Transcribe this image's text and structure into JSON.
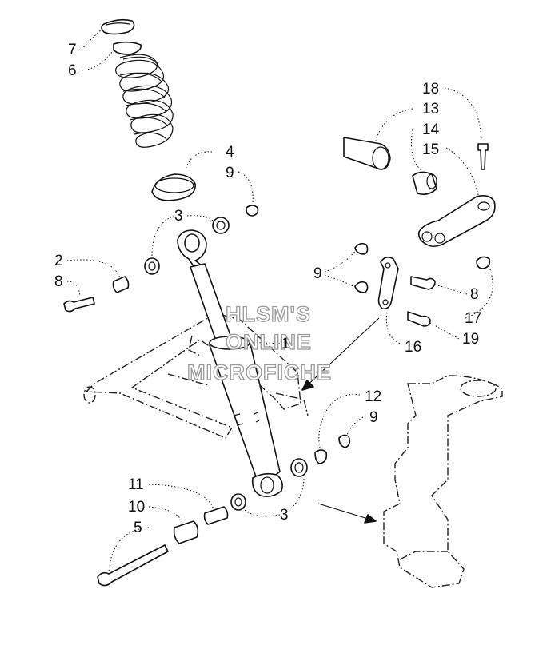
{
  "watermark": {
    "line1": "HLSM'S",
    "line2": "ONLINE",
    "line3": "MICROFICHE"
  },
  "callouts": [
    {
      "id": "c7",
      "label": "7"
    },
    {
      "id": "c6",
      "label": "6"
    },
    {
      "id": "c4",
      "label": "4"
    },
    {
      "id": "c9a",
      "label": "9"
    },
    {
      "id": "c3a",
      "label": "3"
    },
    {
      "id": "c2",
      "label": "2"
    },
    {
      "id": "c8a",
      "label": "8"
    },
    {
      "id": "c18",
      "label": "18"
    },
    {
      "id": "c13",
      "label": "13"
    },
    {
      "id": "c14",
      "label": "14"
    },
    {
      "id": "c15",
      "label": "15"
    },
    {
      "id": "c9b",
      "label": "9"
    },
    {
      "id": "c8b",
      "label": "8"
    },
    {
      "id": "c17",
      "label": "17"
    },
    {
      "id": "c19",
      "label": "19"
    },
    {
      "id": "c16",
      "label": "16"
    },
    {
      "id": "c1",
      "label": "1"
    },
    {
      "id": "c12",
      "label": "12"
    },
    {
      "id": "c9c",
      "label": "9"
    },
    {
      "id": "c11",
      "label": "11"
    },
    {
      "id": "c10",
      "label": "10"
    },
    {
      "id": "c5",
      "label": "5"
    },
    {
      "id": "c3b",
      "label": "3"
    }
  ]
}
